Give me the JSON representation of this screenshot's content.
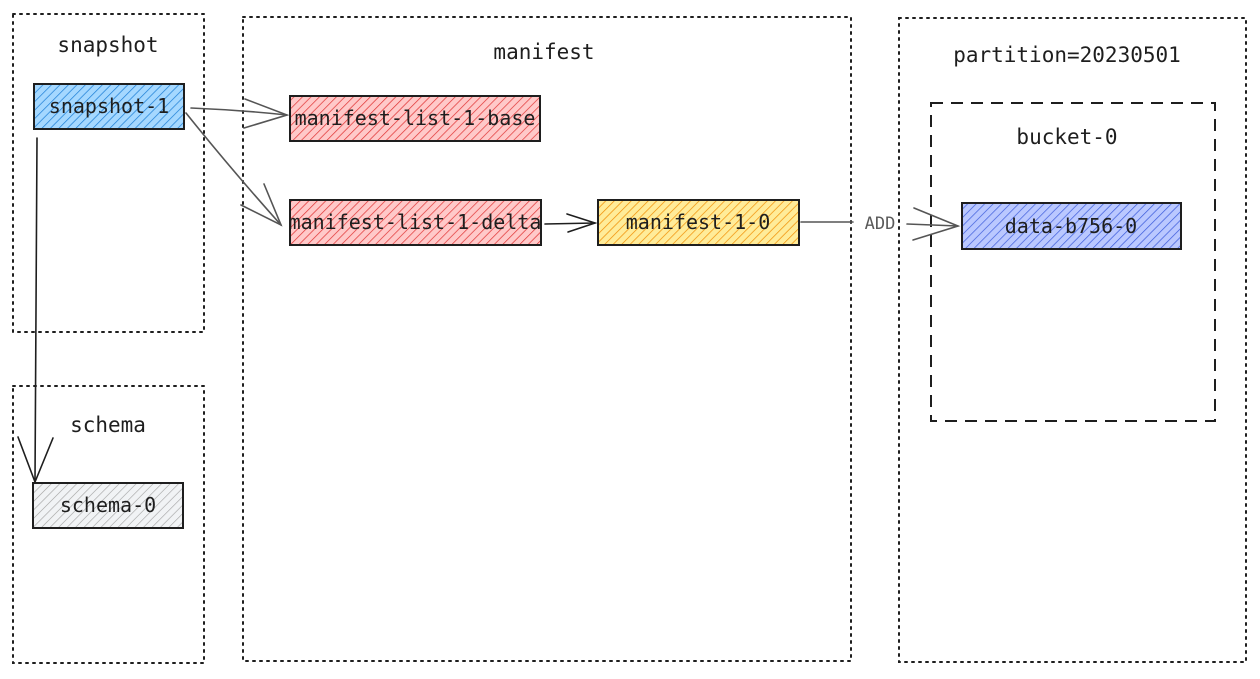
{
  "diagram": {
    "groups": [
      {
        "id": "snapshot",
        "title": "snapshot",
        "border": "dotted"
      },
      {
        "id": "schema",
        "title": "schema",
        "border": "dotted"
      },
      {
        "id": "manifest",
        "title": "manifest",
        "border": "dotted"
      },
      {
        "id": "partition",
        "title": "partition=20230501",
        "border": "dotted"
      },
      {
        "id": "bucket",
        "title": "bucket-0",
        "border": "dashed"
      }
    ],
    "nodes": [
      {
        "id": "snapshot-1",
        "label": "snapshot-1",
        "fill": "#a5d8ff",
        "hatch": "#1c7ed6"
      },
      {
        "id": "schema-0",
        "label": "schema-0",
        "fill": "#e9ecef",
        "hatch": "#9e9e9e"
      },
      {
        "id": "manifest-list-1-base",
        "label": "manifest-list-1-base",
        "fill": "#ffc9c9",
        "hatch": "#e03131"
      },
      {
        "id": "manifest-list-1-delta",
        "label": "manifest-list-1-delta",
        "fill": "#ffc9c9",
        "hatch": "#e03131"
      },
      {
        "id": "manifest-1-0",
        "label": "manifest-1-0",
        "fill": "#ffec99",
        "hatch": "#f08c00"
      },
      {
        "id": "data-b756-0",
        "label": "data-b756-0",
        "fill": "#bac8ff",
        "hatch": "#3b5bdb"
      }
    ],
    "edges": [
      {
        "id": "snapshot-to-base",
        "from": "snapshot-1",
        "to": "manifest-list-1-base",
        "label": ""
      },
      {
        "id": "snapshot-to-delta",
        "from": "snapshot-1",
        "to": "manifest-list-1-delta",
        "label": ""
      },
      {
        "id": "snapshot-to-schema",
        "from": "snapshot-1",
        "to": "schema-0",
        "label": ""
      },
      {
        "id": "delta-to-manifest",
        "from": "manifest-list-1-delta",
        "to": "manifest-1-0",
        "label": ""
      },
      {
        "id": "manifest-to-data",
        "from": "manifest-1-0",
        "to": "data-b756-0",
        "label": "ADD"
      }
    ],
    "colors": {
      "stroke": "#1e1e1e",
      "edge": "#555555",
      "background": "#ffffff"
    }
  }
}
